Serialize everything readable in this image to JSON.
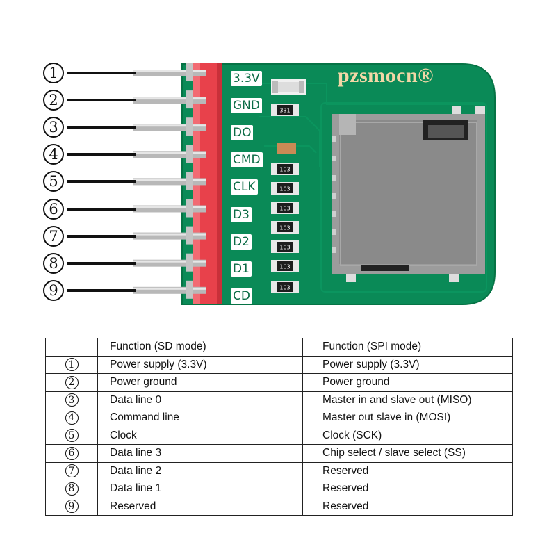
{
  "brand": "pzsmocn®",
  "pins": [
    {
      "num": "1",
      "label": "3.3V"
    },
    {
      "num": "2",
      "label": "GND"
    },
    {
      "num": "3",
      "label": "DO"
    },
    {
      "num": "4",
      "label": "CMD"
    },
    {
      "num": "5",
      "label": "CLK"
    },
    {
      "num": "6",
      "label": "D3"
    },
    {
      "num": "7",
      "label": "D2"
    },
    {
      "num": "8",
      "label": "D1"
    },
    {
      "num": "9",
      "label": "CD"
    }
  ],
  "resistor_codes": [
    "331",
    "103",
    "103",
    "103",
    "103",
    "103",
    "103",
    "103"
  ],
  "colors": {
    "pcb": "#0a8a57",
    "header": "#e8414b",
    "silk": "#ffffff",
    "brand": "#f2d7a6"
  },
  "table": {
    "headers": [
      "",
      "Function (SD mode)",
      "Function (SPI mode)"
    ],
    "rows": [
      {
        "num": "1",
        "sd": "Power supply (3.3V)",
        "spi": "Power supply (3.3V)"
      },
      {
        "num": "2",
        "sd": "Power ground",
        "spi": "Power ground"
      },
      {
        "num": "3",
        "sd": "Data line 0",
        "spi": "Master in and slave out (MISO)"
      },
      {
        "num": "4",
        "sd": "Command line",
        "spi": "Master out slave in (MOSI)"
      },
      {
        "num": "5",
        "sd": "Clock",
        "spi": "Clock (SCK)"
      },
      {
        "num": "6",
        "sd": "Data line 3",
        "spi": "Chip select / slave select (SS)"
      },
      {
        "num": "7",
        "sd": "Data line 2",
        "spi": "Reserved"
      },
      {
        "num": "8",
        "sd": "Data line 1",
        "spi": "Reserved"
      },
      {
        "num": "9",
        "sd": "Reserved",
        "spi": "Reserved"
      }
    ]
  }
}
